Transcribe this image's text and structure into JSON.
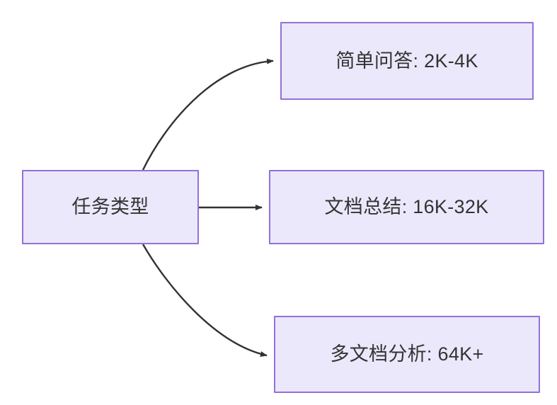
{
  "diagram": {
    "type": "flowchart",
    "direction": "left-to-right",
    "background_color": "#ffffff",
    "node_fill_color": "#eae8fa",
    "node_border_color": "#9370db",
    "node_text_color": "#333333",
    "edge_color": "#333333",
    "root": {
      "id": "root",
      "label": "任务类型"
    },
    "branches": [
      {
        "id": "simple-qa",
        "label": "简单问答: 2K-4K",
        "task": "简单问答",
        "context_length": "2K-4K",
        "edge_style": "curved-up"
      },
      {
        "id": "doc-summary",
        "label": "文档总结: 16K-32K",
        "task": "文档总结",
        "context_length": "16K-32K",
        "edge_style": "straight"
      },
      {
        "id": "multi-doc",
        "label": "多文档分析: 64K+",
        "task": "多文档分析",
        "context_length": "64K+",
        "edge_style": "curved-down"
      }
    ]
  }
}
